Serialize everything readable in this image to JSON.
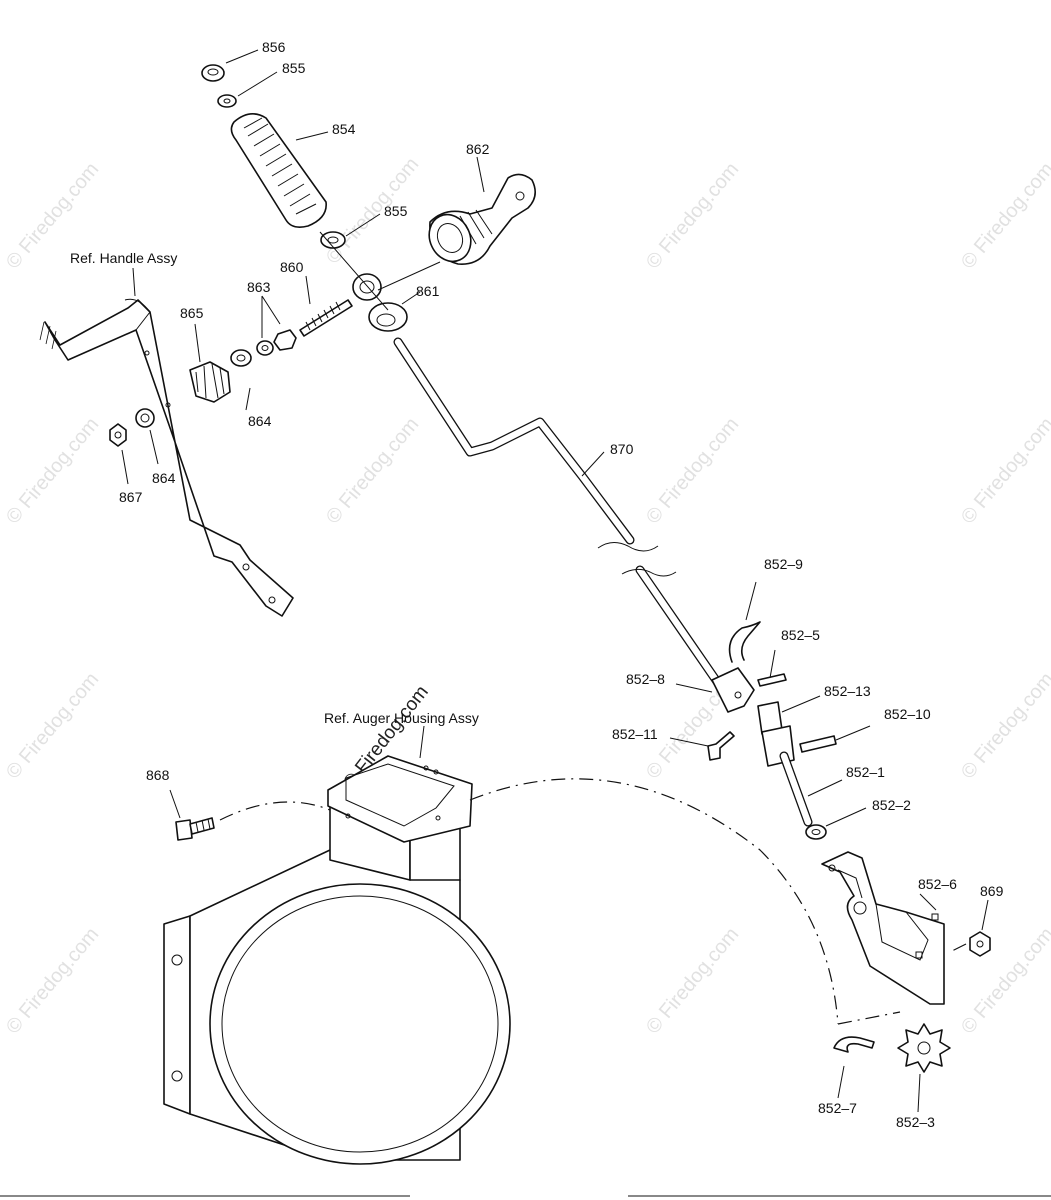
{
  "watermark": "© Firedog.com",
  "references": {
    "handle": "Ref. Handle Assy",
    "auger": "Ref. Auger Housing Assy"
  },
  "part_labels": {
    "p856": "856",
    "p855_top": "855",
    "p854": "854",
    "p862": "862",
    "p855_mid": "855",
    "p860": "860",
    "p863": "863",
    "p861": "861",
    "p865": "865",
    "p864_a": "864",
    "p864_b": "864",
    "p867": "867",
    "p870": "870",
    "p852_9": "852–9",
    "p852_5": "852–5",
    "p852_8": "852–8",
    "p852_13": "852–13",
    "p852_10": "852–10",
    "p852_11": "852–11",
    "p852_1": "852–1",
    "p852_2": "852–2",
    "p852_6": "852–6",
    "p869": "869",
    "p868": "868",
    "p852_7": "852–7",
    "p852_3": "852–3"
  }
}
